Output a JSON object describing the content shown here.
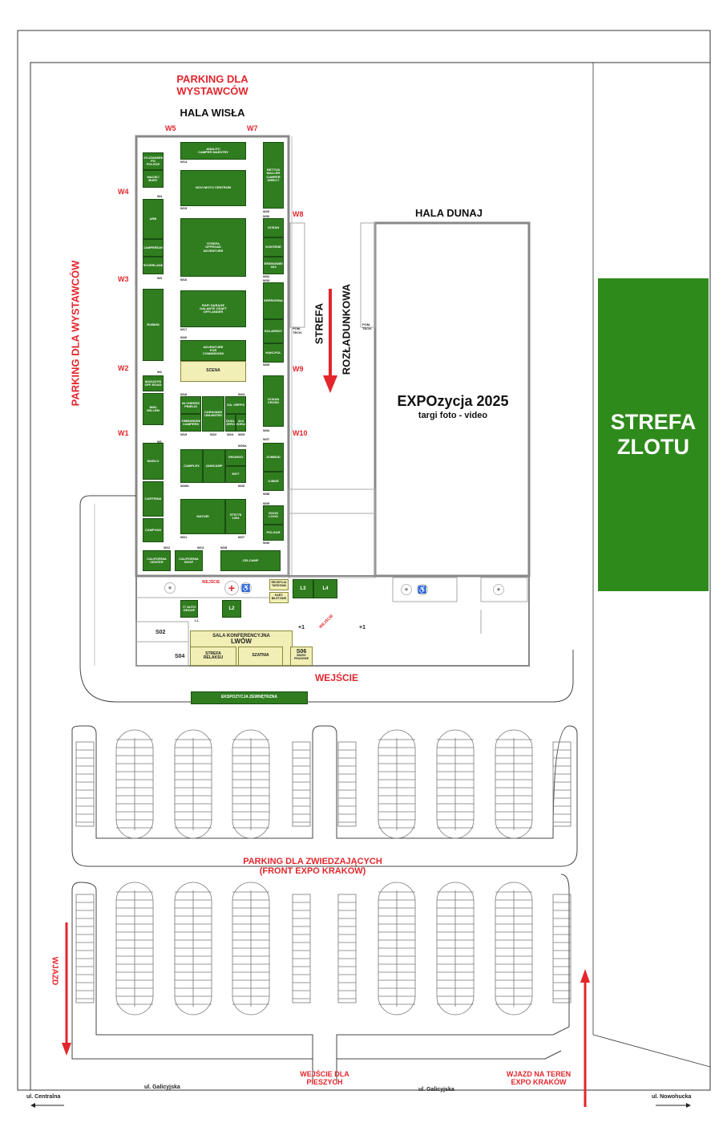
{
  "labels": {
    "parking_exhibitors_top": "PARKING DLA\nWYSTAWCÓW",
    "parking_exhibitors_left": "PARKING DLA WYSTAWCÓW",
    "hala_wisla": "HALA WISŁA",
    "hala_dunaj": "HALA DUNAJ",
    "strefa": "STREFA",
    "rozladunkowa": "ROZŁADUNKOWA",
    "expo_title": "EXPOzycja 2025",
    "expo_sub": "targi foto - video",
    "strefa_zlotu": "STREFA\nZLOTU",
    "wejscie": "WEJŚCIE",
    "wejscie_small": "WEJŚCIE",
    "ekspozycja": "EKSPOZYCJA ZEWNĘTRZNA",
    "parking_visitors": "PARKING DLA ZWIEDZAJĄCYCH\n(FRONT EXPO KRAKÓW)",
    "wjazd": "WJAZD",
    "wejscie_pieszych": "WEJŚCIE DLA\nPIESZYCH",
    "wjazd_teren": "WJAZD NA TEREN\nEXPO KRAKÓW",
    "ul_centralna": "ul. Centralna",
    "ul_galicyjska_1": "ul. Galicyjska",
    "ul_galicyjska_2": "ul. Galicyjska",
    "ul_nowohucka": "ul. Nowohucka",
    "sala_title": "SALA KONFERENCYJNA",
    "sala_name": "LWÓW",
    "strefa_relaksu": "STREFA\nRELAKSU",
    "szatnia": "SZATNIA",
    "s06": "S06",
    "s06_sub": "BIURO\nPRASOWE",
    "s02": "S02",
    "s04": "S04",
    "pom_tech_1": "POM.\nTECH.",
    "pom_tech_2": "POM.\nTECH.",
    "plus1_a": "+1",
    "plus1_b": "+1",
    "wejscie_side": "WEJŚCIE",
    "scena": "SCENA"
  },
  "gates": [
    "W5",
    "W7",
    "W4",
    "W8",
    "W3",
    "W2",
    "W9",
    "W1",
    "W10"
  ],
  "stands": [
    {
      "id": "dyl",
      "text": "DYLIŻANSEM\nPO\nPOLSCE"
    },
    {
      "id": "mac",
      "text": "MACIEJ\nBURY"
    },
    {
      "id": "arb",
      "text": "ARB"
    },
    {
      "id": "camp1",
      "text": "CAMPERDAY"
    },
    {
      "id": "rov",
      "text": "ROVERLAND"
    },
    {
      "id": "rob",
      "text": "ROBINS"
    },
    {
      "id": "mag",
      "text": "MAGAZYN\nOFF-ROAD"
    },
    {
      "id": "wiki",
      "text": "WIKI\nWILLEM"
    },
    {
      "id": "mar",
      "text": "MARLO"
    },
    {
      "id": "cart",
      "text": "CARTRINA"
    },
    {
      "id": "campv",
      "text": "CAMPVAN"
    },
    {
      "id": "cal1",
      "text": "CALIFORNIA\nCENTER"
    },
    {
      "id": "cal2",
      "text": "CALIFORNIA\nSHOP"
    },
    {
      "id": "w14",
      "text": "ANALITC\nCAMPER MAESTRY"
    },
    {
      "id": "w15",
      "text": "NOVI MOTO CENTRUM"
    },
    {
      "id": "w16",
      "text": "STREFA\nOFFROAD\nADVENTURE"
    },
    {
      "id": "w17",
      "text": "RAFI GARAGE\nGALANTE CRAFT\nOFFLANDER"
    },
    {
      "id": "w20",
      "text": "ADVENTURE\nFOR\nCOMMISIONS"
    },
    {
      "id": "w18a",
      "text": "IN CHEERS\nPINELIS"
    },
    {
      "id": "w18b",
      "text": "CARAVANS\nUNLIMITED"
    },
    {
      "id": "w18c",
      "text": "COMMANDING\nCAMPERS"
    },
    {
      "id": "w23",
      "text": "GA. ORFFS"
    },
    {
      "id": "w24",
      "text": "DUAL\nZERO"
    },
    {
      "id": "w25",
      "text": "4x4\nWORLD"
    },
    {
      "id": "cmp",
      "text": "CAMPLEX"
    },
    {
      "id": "jan",
      "text": "JANICAMP"
    },
    {
      "id": "vik",
      "text": "VIKUNGO"
    },
    {
      "id": "mot",
      "text": "MOT"
    },
    {
      "id": "mat",
      "text": "MATURI"
    },
    {
      "id": "st",
      "text": "STS778 1004"
    },
    {
      "id": "cel",
      "text": "CELCAMP"
    },
    {
      "id": "w29",
      "text": "RETTOS MALLER\nCAMPER DIRECT"
    },
    {
      "id": "ocr",
      "text": "OCEAN"
    },
    {
      "id": "kon",
      "text": "KONTENE"
    },
    {
      "id": "ter",
      "text": "TERENOWIEC\n4X4"
    },
    {
      "id": "wat",
      "text": "WATERPROFINANCE"
    },
    {
      "id": "sol",
      "text": "SOLARSKY"
    },
    {
      "id": "hak",
      "text": "HAKLPOL"
    },
    {
      "id": "occ",
      "text": "OCEAN\nCROSS"
    },
    {
      "id": "zom",
      "text": "ZOMBUD"
    },
    {
      "id": "xb",
      "text": "X-BIKE"
    },
    {
      "id": "gl",
      "text": "GOOD\nLOOO"
    },
    {
      "id": "pol",
      "text": "POLGAR"
    },
    {
      "id": "l2",
      "text": "L2"
    },
    {
      "id": "l3",
      "text": "L3"
    },
    {
      "id": "l4",
      "text": "L4"
    },
    {
      "id": "auto",
      "text": "77 AUTO\nGROUP"
    },
    {
      "id": "recep",
      "text": "RECEPCJA\nTARGOWA"
    },
    {
      "id": "kart",
      "text": "KART.\nBILETOWE"
    }
  ],
  "wlabels": [
    "W1",
    "W2",
    "W3",
    "W4",
    "W14",
    "W15",
    "W16",
    "W17",
    "W20",
    "W18",
    "W19",
    "W22",
    "W23",
    "W24",
    "W25",
    "W26b",
    "W26",
    "W21",
    "W27",
    "W11",
    "W12",
    "W13",
    "W28",
    "W29",
    "W30",
    "W31",
    "W32",
    "W33",
    "W35",
    "W34",
    "W37",
    "W26a",
    "W38",
    "W39",
    "W40",
    "W6",
    "W9a",
    "W36",
    "W10a",
    "W5a",
    "L1"
  ],
  "colors": {
    "accent_red": "#e3262c",
    "stand_green": "#2f7d1f",
    "stage_yellow": "#f1efb5"
  }
}
